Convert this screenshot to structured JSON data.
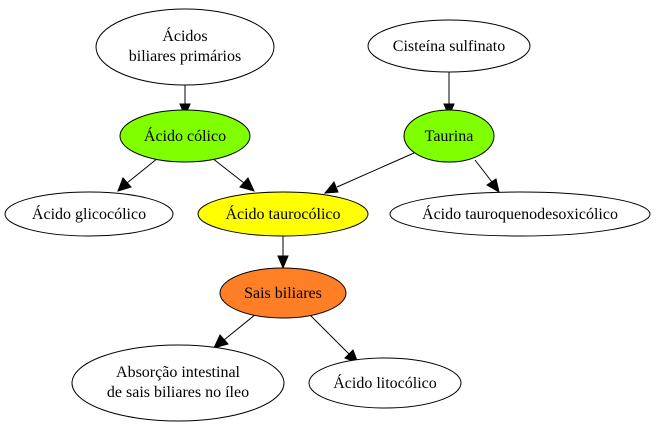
{
  "nodes": {
    "acidos_primarios": {
      "line1": "Ácidos",
      "line2": "biliares primários",
      "fill": "#ffffff"
    },
    "cisteina": {
      "label": "Cisteína sulfinato",
      "fill": "#ffffff"
    },
    "acido_colico": {
      "label": "Ácido cólico",
      "fill": "#7fff00"
    },
    "taurina": {
      "label": "Taurina",
      "fill": "#7fff00"
    },
    "glicocolico": {
      "label": "Ácido glicocólico",
      "fill": "#ffffff"
    },
    "taurocolico": {
      "label": "Ácido taurocólico",
      "fill": "#ffff00"
    },
    "tauroquenodesoxicolico": {
      "label": "Ácido tauroquenodesoxicólico",
      "fill": "#ffffff"
    },
    "sais_biliares": {
      "label": "Sais biliares",
      "fill": "#ff7f27"
    },
    "absorcao": {
      "line1": "Absorção intestinal",
      "line2": "de sais biliares no íleo",
      "fill": "#ffffff"
    },
    "litocolico": {
      "label": "Ácido litocólico",
      "fill": "#ffffff"
    }
  },
  "edges": [
    [
      "acidos_primarios",
      "acido_colico"
    ],
    [
      "cisteina",
      "taurina"
    ],
    [
      "acido_colico",
      "glicocolico"
    ],
    [
      "acido_colico",
      "taurocolico"
    ],
    [
      "taurina",
      "taurocolico"
    ],
    [
      "taurina",
      "tauroquenodesoxicolico"
    ],
    [
      "taurocolico",
      "sais_biliares"
    ],
    [
      "sais_biliares",
      "absorcao"
    ],
    [
      "sais_biliares",
      "litocolico"
    ]
  ]
}
